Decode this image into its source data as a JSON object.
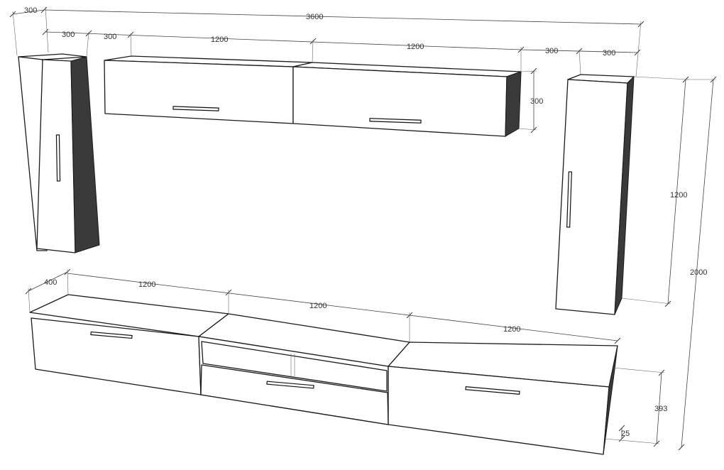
{
  "dimensions": {
    "total_width": "3600",
    "total_height": "2000",
    "left_column_depth": "300",
    "left_column_width": "300",
    "left_gap": "300",
    "wall_cabinet_1_width": "1200",
    "wall_cabinet_2_width": "1200",
    "right_gap": "300",
    "right_column_width": "300",
    "wall_cabinet_height": "300",
    "right_column_height": "1200",
    "base_depth": "400",
    "base_1_width": "1200",
    "base_2_width": "1200",
    "base_3_width": "1200",
    "base_height": "393",
    "base_feet": "25"
  }
}
